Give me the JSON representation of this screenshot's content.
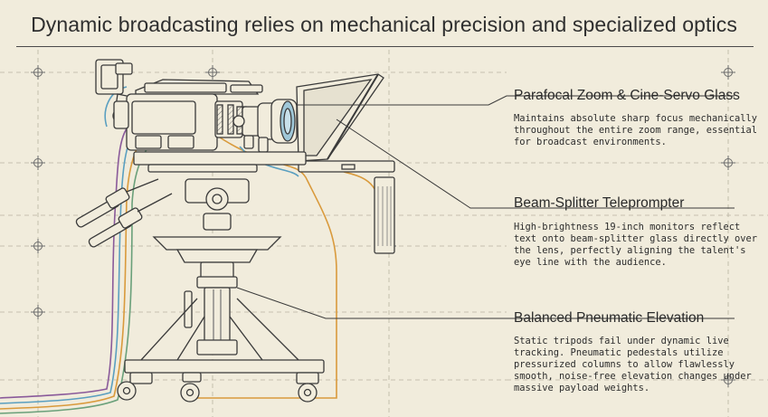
{
  "title": "Dynamic broadcasting relies on mechanical precision and specialized optics",
  "callouts": [
    {
      "title": "Parafocal Zoom & Cine-Servo Glass",
      "lines": [
        "Maintains absolute sharp focus mechanically",
        "throughout the entire zoom range, essential",
        "for broadcast environments."
      ]
    },
    {
      "title": "Beam-Splitter Teleprompter",
      "lines": [
        "High-brightness 19-inch monitors reflect",
        "text onto beam-splitter glass directly over",
        "the lens, perfectly aligning the talent's",
        "eye line with the audience."
      ]
    },
    {
      "title": "Balanced Pneumatic Elevation",
      "lines": [
        "Static tripods fail under dynamic live",
        "tracking. Pneumatic pedestals utilize",
        "pressurized columns to allow flawlessly",
        "smooth, noise-free elevation changes under",
        "massive payload weights."
      ]
    }
  ],
  "colors": {
    "background": "#f1ecdc",
    "ink": "#3a3a3a",
    "cable_blue": "#5a9fc0",
    "cable_orange": "#d99a3c",
    "cable_purple": "#8a5a9a",
    "cable_green": "#6aa07a"
  }
}
